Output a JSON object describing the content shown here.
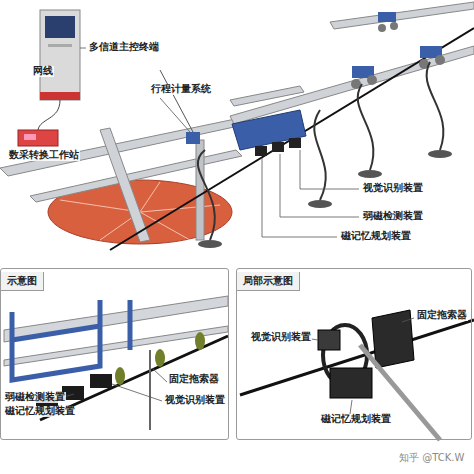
{
  "diagram": {
    "nodes": [
      {
        "text": [
          "示意图"
        ]
      },
      {
        "text": [
          "局部示意图"
        ]
      }
    ],
    "labels": [
      "多信道主控终端",
      "网线",
      "行程计量系统",
      "数采转换工作站",
      "视觉识别装置",
      "弱磁检测装置",
      "磁记忆规划装置",
      "固定拖索器",
      "弱磁检测装置",
      "视觉识别装置",
      "磁记忆规划装置",
      "固定拖索器",
      "视觉识别装置",
      "磁记忆规划装置",
      "知乎 @TCK.W"
    ]
  }
}
